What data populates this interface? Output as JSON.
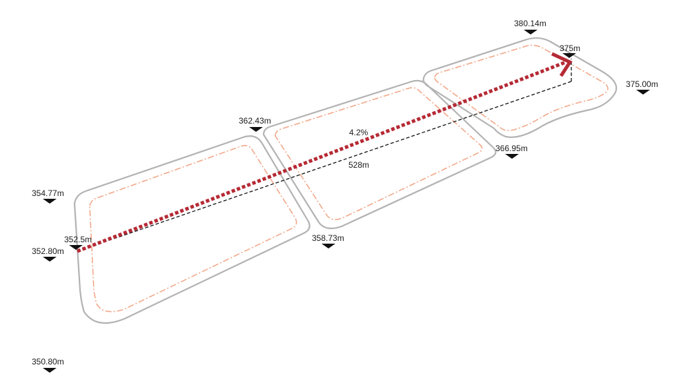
{
  "elevations": {
    "e380_14": "380.14m",
    "e375_top": "375m",
    "e375_00": "375.00m",
    "e362_43": "362.43m",
    "e366_95": "366.95m",
    "e354_77": "354.77m",
    "e352_5": "352.5m",
    "e352_80": "352.80m",
    "e358_73": "358.73m",
    "e350_80": "350.80m"
  },
  "slope": {
    "grade": "4.2%",
    "length": "528m"
  },
  "colors": {
    "outline": "#b3b3b3",
    "inner_dashdot": "#f2a88a",
    "slope_arrow": "#b52a35",
    "baseline": "#111111",
    "marker": "#111111"
  }
}
